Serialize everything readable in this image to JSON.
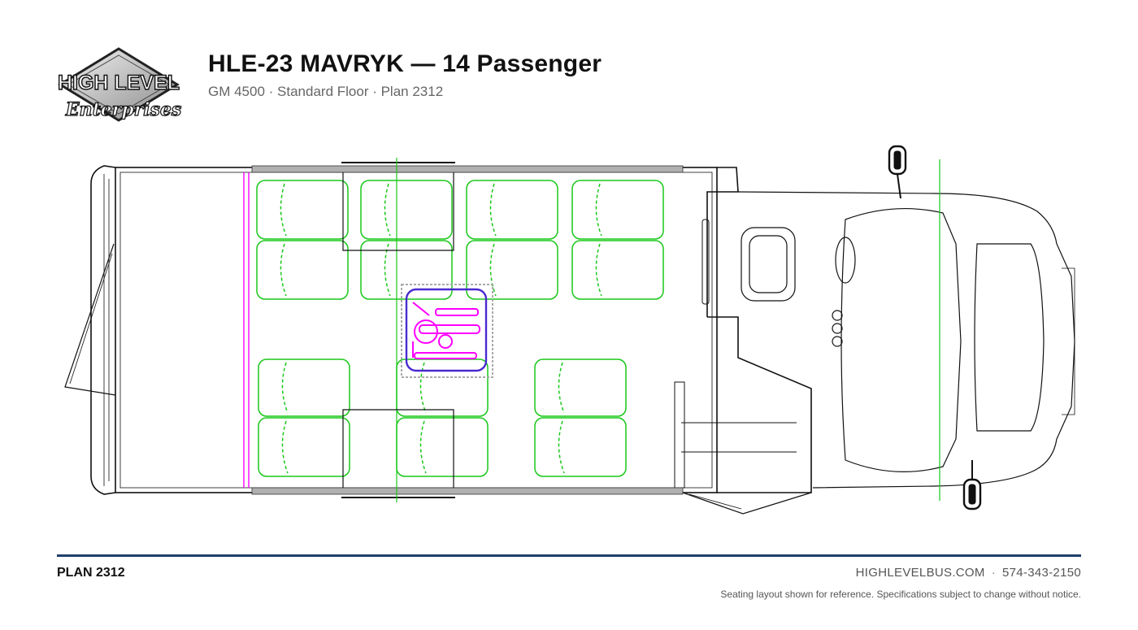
{
  "header": {
    "logo_line1": "HIGH LEVEL",
    "logo_line2": "Enterprises",
    "title": "HLE-23 MAVRYK — 14 Passenger",
    "subtitle": "GM 4500 · Standard Floor · Plan 2312"
  },
  "diagram": {
    "colors": {
      "outline": "#111111",
      "seat": "#19c819",
      "wheelchair": "#ff00ff",
      "wheelchair_border": "#4a2ad0",
      "rail": "#b0b0b0"
    },
    "seat_rows": 2,
    "icons": [
      "driver-seat-icon",
      "steering-wheel-icon",
      "wheelchair-lift-icon",
      "mirror-icon"
    ]
  },
  "footer": {
    "plan_label": "PLAN 2312",
    "website": "HIGHLEVELBUS.COM",
    "separator": "·",
    "phone": "574-343-2150",
    "disclaimer": "Seating layout shown for reference. Specifications subject to change without notice."
  }
}
